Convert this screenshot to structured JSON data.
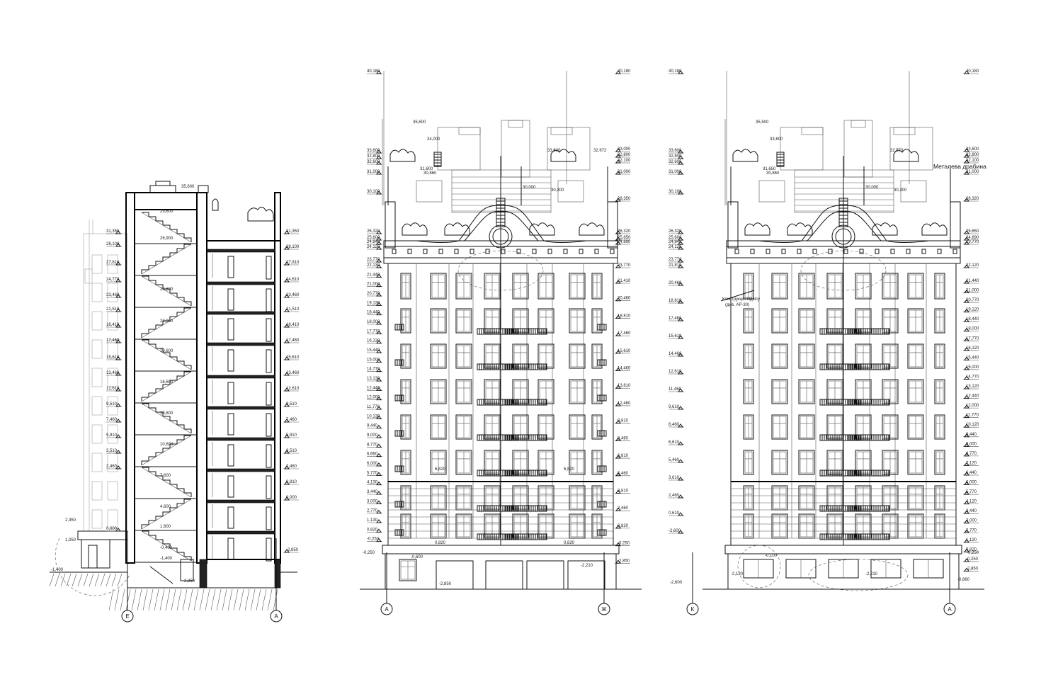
{
  "axes": {
    "section_left": "Е",
    "section_right": "А",
    "elev1_left": "А",
    "elev1_right": "Ж",
    "elev2_left": "К",
    "elev2_right": "А"
  },
  "section": {
    "levels_right": [
      "31,350",
      "28,100",
      "27,810",
      "24,610",
      "23,460",
      "21,510",
      "18,410",
      "17,460",
      "15,610",
      "13,460",
      "12,610",
      "9,510",
      "7,460",
      "5,910",
      "3,510",
      "2,460",
      "0,810",
      "0,000",
      "-2,850"
    ],
    "levels_left": [
      "31,350",
      "28,100",
      "27,810",
      "24,770",
      "23,460",
      "21,510",
      "18,410",
      "17,460",
      "15,610",
      "13,460",
      "12,610",
      "9,510",
      "7,460",
      "5,910",
      "3,510",
      "2,460",
      "0,000"
    ],
    "stair_marks": [
      "29,600",
      "26,900",
      "23,600",
      "22,900",
      "19,600",
      "16,600",
      "13,600",
      "10,600",
      "7,600",
      "4,600",
      "1,600",
      "-0,400",
      "-1,400"
    ],
    "roof_mark": "35,600",
    "basement_mark": "-2,850",
    "entrance_marks": [
      "2,350",
      "1,050",
      "-1,400"
    ]
  },
  "elevation1": {
    "levels_left": [
      "40,180",
      "33,600",
      "32,800",
      "32,600",
      "31,000",
      "30,100",
      "26,320",
      "25,600",
      "24,840",
      "24,120",
      "23,770",
      "22,130",
      "21,440",
      "21,000",
      "20,770",
      "19,130",
      "18,440",
      "18,000",
      "17,770",
      "16,130",
      "15,440",
      "15,000",
      "14,770",
      "13,130",
      "12,440",
      "12,000",
      "11,770",
      "10,130",
      "9,440",
      "9,000",
      "8,770",
      "6,660",
      "6,000",
      "5,770",
      "4,130",
      "3,440",
      "3,000",
      "2,770",
      "1,130",
      "0,820",
      "-0,250"
    ],
    "levels_right": [
      "40,180",
      "33,000",
      "32,800",
      "32,100",
      "31,000",
      "28,350",
      "26,320",
      "25,650",
      "24,890",
      "23,770",
      "21,410",
      "20,460",
      "18,810",
      "17,460",
      "15,610",
      "14,460",
      "13,810",
      "12,460",
      "9,810",
      "8,460",
      "6,810",
      "5,460",
      "3,810",
      "2,460",
      "0,820",
      "-0,250",
      "-2,850"
    ],
    "top_marks": [
      "35,500",
      "34,000",
      "33,600",
      "31,600",
      "30,860",
      "30,000",
      "30,300",
      "32,672"
    ],
    "bottom_marks": [
      "-0,250",
      "-0,600",
      "-2,850",
      "-2,210"
    ],
    "mid_marks": [
      "6,820",
      "6,820",
      "0,820",
      "0,820"
    ]
  },
  "elevation2": {
    "levels_left": [
      "40,180",
      "33,600",
      "32,800",
      "32,600",
      "31,000",
      "30,100",
      "26,320",
      "25,600",
      "24,840",
      "24,120",
      "23,770",
      "21,810",
      "20,460",
      "18,810",
      "17,460",
      "15,610",
      "14,460",
      "12,610",
      "11,460",
      "9,610",
      "8,460",
      "6,610",
      "5,460",
      "3,610",
      "2,460",
      "0,610",
      "-2,600"
    ],
    "levels_right": [
      "40,180",
      "33,600",
      "32,800",
      "32,100",
      "31,000",
      "26,320",
      "25,650",
      "24,890",
      "23,770",
      "22,120",
      "21,440",
      "21,000",
      "20,770",
      "19,120",
      "18,440",
      "18,000",
      "17,770",
      "16,120",
      "15,440",
      "15,000",
      "14,770",
      "13,120",
      "12,440",
      "12,000",
      "11,770",
      "10,120",
      "9,440",
      "9,000",
      "8,770",
      "7,120",
      "6,440",
      "6,000",
      "5,770",
      "4,120",
      "3,440",
      "3,000",
      "2,770",
      "1,120",
      "0,820",
      "-0,250",
      "-2,850"
    ],
    "top_marks": [
      "35,500",
      "33,600",
      "32,570",
      "31,650",
      "30,860",
      "30,000",
      "30,300"
    ],
    "note_stair": "Металева драбина",
    "note_callout": "Конструкція підвісу\n(див. АР-30)",
    "bottom_marks": [
      "-0,250",
      "-2,600",
      "-0,100",
      "-2,120",
      "-2,210",
      "-0,860"
    ]
  }
}
